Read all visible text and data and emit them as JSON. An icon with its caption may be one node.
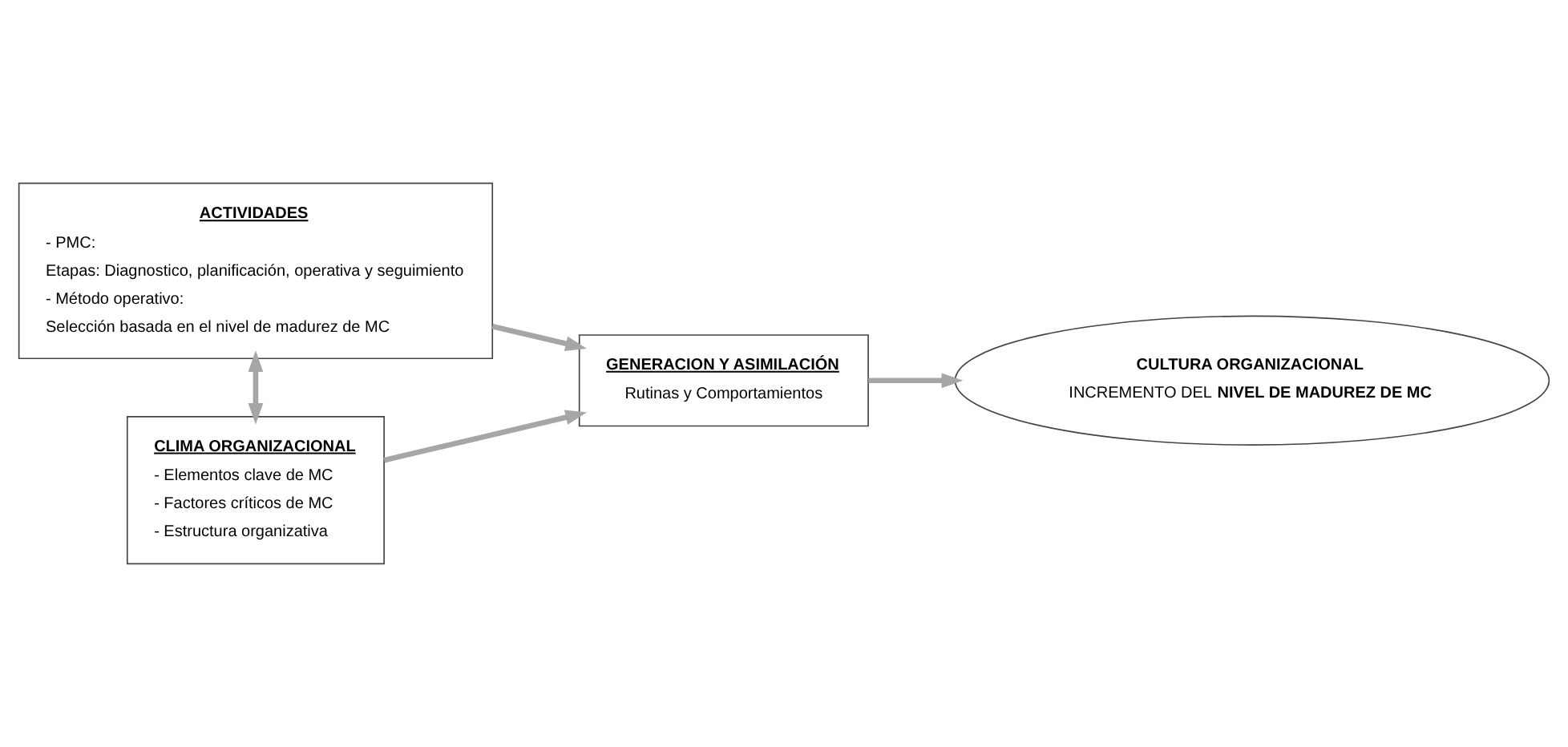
{
  "diagram": {
    "nodes": [
      {
        "text": [
          "ACTIVIDADES",
          "- PMC:",
          "Etapas: Diagnostico, planificación, operativa y seguimiento",
          "- Método operativo:",
          "Selección basada en el nivel de madurez de MC"
        ]
      },
      {
        "text": [
          "CLIMA ORGANIZACIONAL",
          "- Elementos clave de MC",
          "- Factores críticos de MC",
          "- Estructura organizativa"
        ]
      },
      {
        "text": [
          "GENERACION Y ASIMILACIÓN",
          "Rutinas y Comportamientos"
        ]
      },
      {
        "text": [
          "CULTURA ORGANIZACIONAL",
          "INCREMENTO DEL **NIVEL DE MADUREZ DE MC**"
        ]
      }
    ],
    "edges": [
      {
        "from": 0,
        "to": 1,
        "arrow": "both"
      },
      {
        "from": 0,
        "to": 2,
        "arrow": "to"
      },
      {
        "from": 1,
        "to": 2,
        "arrow": "to"
      },
      {
        "from": 2,
        "to": 3,
        "arrow": "to"
      }
    ]
  }
}
